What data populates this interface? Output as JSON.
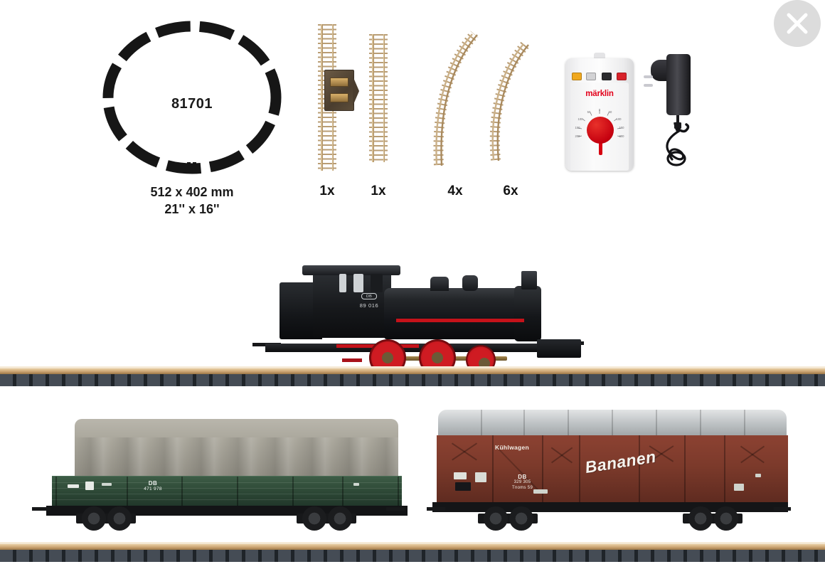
{
  "window": {
    "close_label": "Close",
    "close_icon": "close-x-icon"
  },
  "track_plan": {
    "set_number": "81701",
    "dimensions_metric": "512 x 402 mm",
    "dimensions_imperial": "21'' x 16''"
  },
  "parts": [
    {
      "name": "terminal-straight-track",
      "quantity": "1x",
      "shape": "straight-with-feeder"
    },
    {
      "name": "straight-track",
      "quantity": "1x",
      "shape": "straight"
    },
    {
      "name": "curved-track-wide",
      "quantity": "4x",
      "shape": "curve"
    },
    {
      "name": "curved-track",
      "quantity": "6x",
      "shape": "curve"
    }
  ],
  "controller": {
    "brand": "märklin",
    "brand_color": "#e2001a",
    "buttons": [
      {
        "name": "button-yellow",
        "color": "#f0a81e"
      },
      {
        "name": "button-grey",
        "color": "#d2d2d4"
      },
      {
        "name": "button-black",
        "color": "#2b2b2e"
      },
      {
        "name": "button-red",
        "color": "#d8222a"
      }
    ],
    "dial": {
      "name": "speed-dial",
      "knob_color": "#c5000f",
      "scale_left": [
        "200",
        "150",
        "100",
        "50"
      ],
      "scale_center": "0",
      "scale_right": [
        "50",
        "100",
        "150",
        "200"
      ]
    }
  },
  "power_supply": {
    "name": "power-adapter",
    "plug_type": "europlug"
  },
  "locomotive": {
    "name": "steam-tank-locomotive",
    "railway": "DB",
    "road_number": "89 016",
    "body_color": "#141518",
    "wheel_color": "#cf1b22",
    "trim_color": "#c5121a"
  },
  "cars": [
    {
      "name": "flat-car-with-tarp",
      "type": "low-side-gondola",
      "railway": "DB",
      "road_number": "471 978",
      "body_color": "#2f4b38",
      "tarp_color": "#a8a59a"
    },
    {
      "name": "refrigerator-box-car",
      "type": "Kühlwagen",
      "advertising": "Bananen",
      "railway": "DB",
      "road_number": "329 305",
      "class_designation": "Tnoms 59",
      "body_color": "#7c3a2b",
      "roof_color": "#c2c6c8"
    }
  ],
  "track_strips": [
    {
      "name": "track-strip-upper",
      "rail_color": "#e4c89c",
      "tie_color": "#2d3238"
    },
    {
      "name": "track-strip-lower",
      "rail_color": "#e4c89c",
      "tie_color": "#2d3238"
    }
  ]
}
